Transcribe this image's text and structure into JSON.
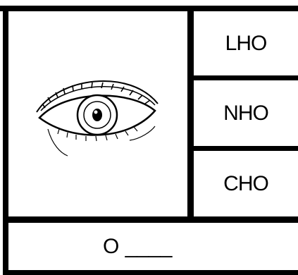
{
  "options": [
    "LHO",
    "NHO",
    "CHO"
  ],
  "answer_prompt": "O ____"
}
